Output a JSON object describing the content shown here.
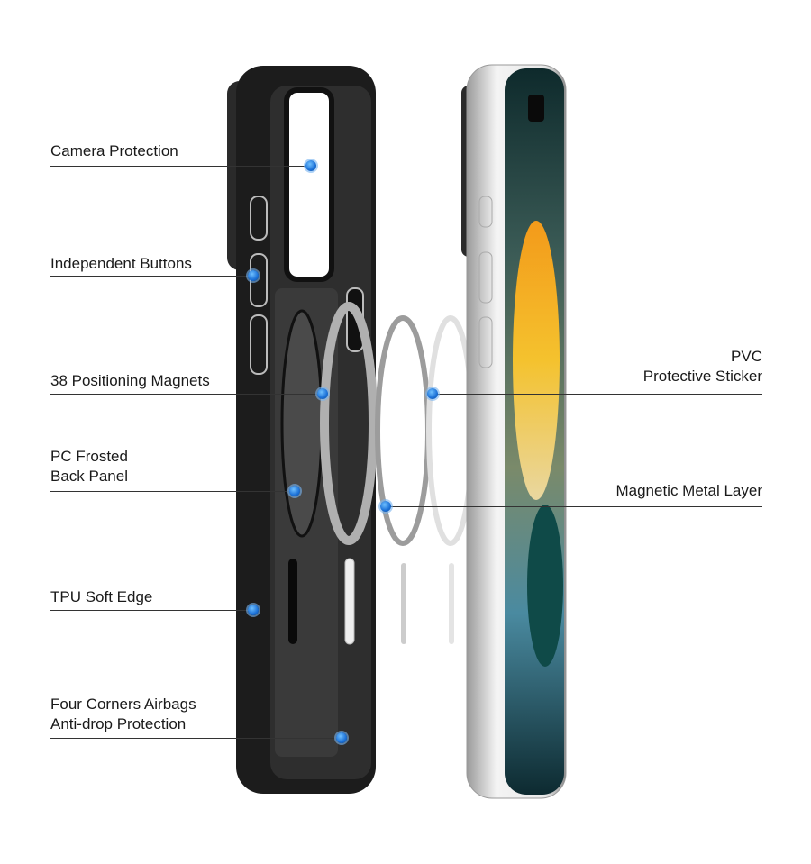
{
  "labels": {
    "camera": "Camera Protection",
    "buttons": "Independent Buttons",
    "magnets": "38 Positioning Magnets",
    "back_panel_1": "PC Frosted",
    "back_panel_2": "Back Panel",
    "tpu": "TPU Soft Edge",
    "corners_1": "Four Corners Airbags",
    "corners_2": "Anti-drop Protection",
    "pvc_1": "PVC",
    "pvc_2": "Protective Sticker",
    "metal": "Magnetic Metal Layer"
  },
  "colors": {
    "accent": "#1a6fd6",
    "case": "#1c1c1c",
    "frame": "#d9d9d9"
  }
}
